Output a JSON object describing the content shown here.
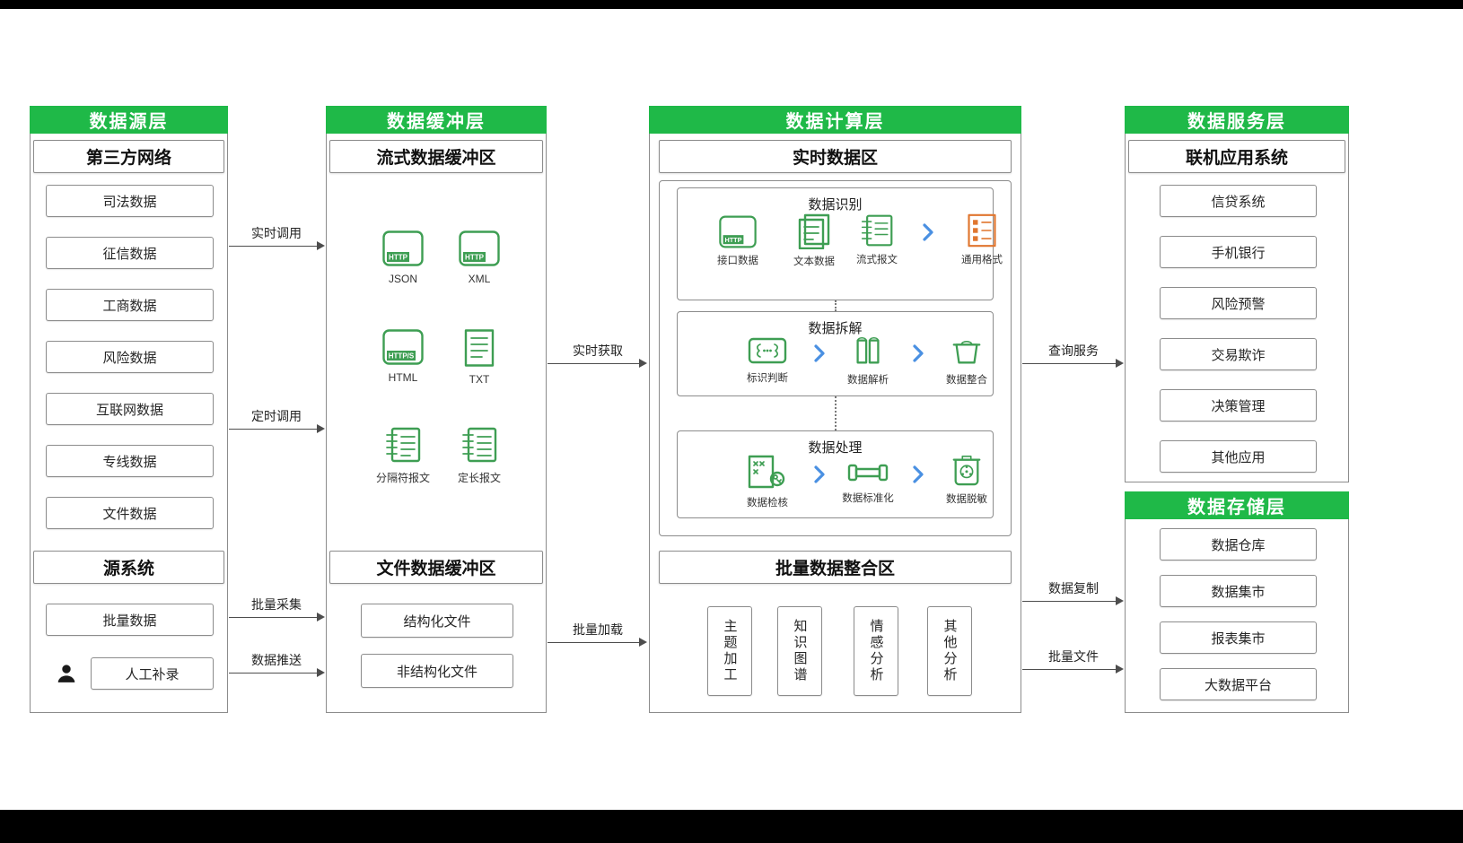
{
  "icons": {
    "http_badge": "HTTP",
    "https_badge": "HTTP/S"
  },
  "layers": {
    "source": {
      "title": "数据源层",
      "third_party": {
        "title": "第三方网络",
        "items": [
          "司法数据",
          "征信数据",
          "工商数据",
          "风险数据",
          "互联网数据",
          "专线数据",
          "文件数据"
        ]
      },
      "source_system": {
        "title": "源系统",
        "batch_item": "批量数据",
        "manual_item": "人工补录"
      }
    },
    "buffer": {
      "title": "数据缓冲层",
      "stream": {
        "title": "流式数据缓冲区",
        "formats": [
          "JSON",
          "XML",
          "HTML",
          "TXT",
          "分隔符报文",
          "定长报文"
        ]
      },
      "file": {
        "title": "文件数据缓冲区",
        "items": [
          "结构化文件",
          "非结构化文件"
        ]
      }
    },
    "compute": {
      "title": "数据计算层",
      "realtime": {
        "title": "实时数据区",
        "stages": [
          {
            "title": "数据识别",
            "inputs": [
              "接口数据",
              "文本数据",
              "流式报文"
            ],
            "output": "通用格式"
          },
          {
            "title": "数据拆解",
            "steps": [
              "标识判断",
              "数据解析",
              "数据整合"
            ]
          },
          {
            "title": "数据处理",
            "steps": [
              "数据检核",
              "数据标准化",
              "数据脱敏"
            ]
          }
        ]
      },
      "batch": {
        "title": "批量数据整合区",
        "items": [
          "主题加工",
          "知识图谱",
          "情感分析",
          "其他分析"
        ]
      }
    },
    "service": {
      "title": "数据服务层",
      "subtitle": "联机应用系统",
      "items": [
        "信贷系统",
        "手机银行",
        "风险预警",
        "交易欺诈",
        "决策管理",
        "其他应用"
      ]
    },
    "storage": {
      "title": "数据存储层",
      "items": [
        "数据仓库",
        "数据集市",
        "报表集市",
        "大数据平台"
      ]
    }
  },
  "flows": {
    "realtime_call": "实时调用",
    "scheduled_call": "定时调用",
    "batch_collect": "批量采集",
    "data_push": "数据推送",
    "realtime_fetch": "实时获取",
    "batch_load": "批量加载",
    "query_service": "查询服务",
    "data_copy": "数据复制",
    "batch_file": "批量文件"
  },
  "colors": {
    "header_green": "#1FB948",
    "icon_green": "#3E9E53",
    "icon_orange": "#E0762F",
    "chevron_blue": "#4A90E2",
    "border_gray": "#8C8C8C",
    "arrow_gray": "#4D4D4D"
  }
}
